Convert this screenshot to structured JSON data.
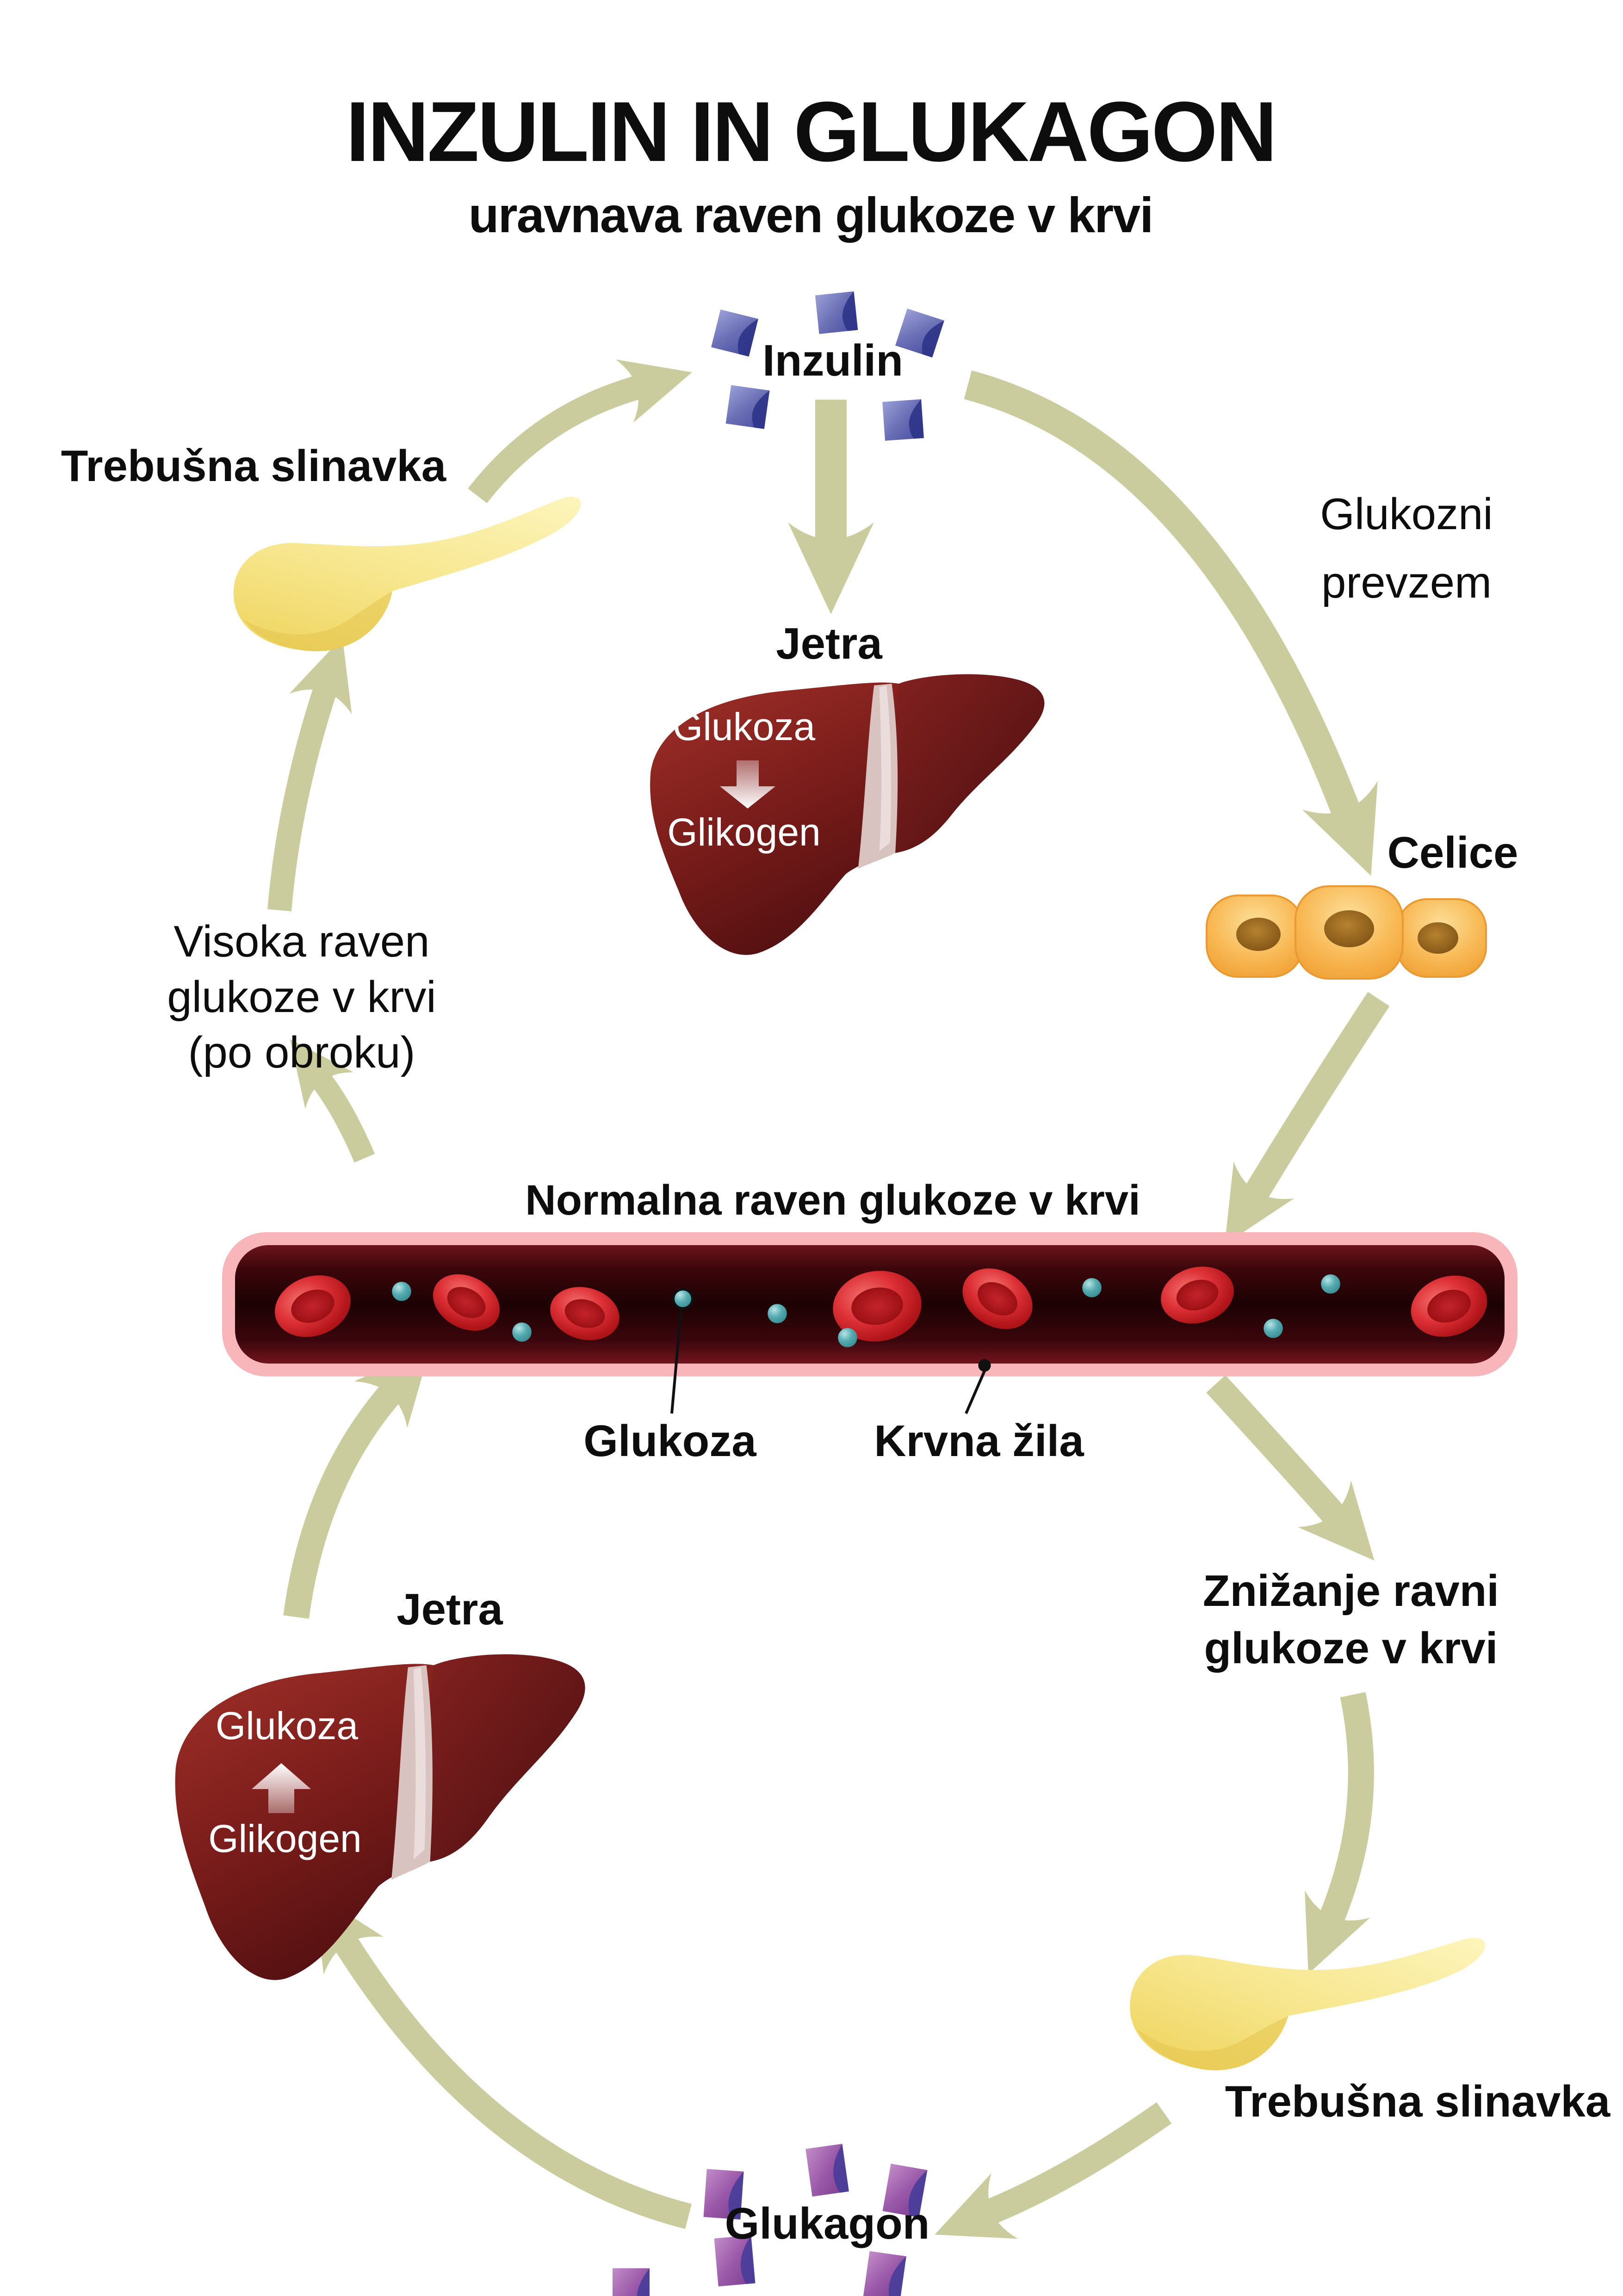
{
  "title": {
    "main": "INZULIN IN GLUKAGON",
    "subtitle": "uravnava raven glukoze v krvi"
  },
  "insulin_cycle": {
    "hormone_label": "Inzulin",
    "pancreas_label": "Trebušna slinavka",
    "liver_label": "Jetra",
    "liver_conversion_from": "Glukoza",
    "liver_conversion_to": "Glikogen",
    "uptake_line1": "Glukozni",
    "uptake_line2": "prevzem",
    "cells_label": "Celice"
  },
  "bloodstream": {
    "heading": "Normalna raven glukoze v krvi",
    "glucose_label": "Glukoza",
    "vessel_label": "Krvna žila"
  },
  "glucagon_cycle": {
    "high_level_line1": "Visoka raven",
    "high_level_line2": "glukoze v krvi",
    "high_level_line3": "(po obroku)",
    "low_level_line1": "Znižanje ravni",
    "low_level_line2": "glukoze v krvi",
    "liver_label": "Jetra",
    "liver_conversion_from": "Glukoza",
    "liver_conversion_to": "Glikogen",
    "pancreas_label": "Trebušna slinavka",
    "hormone_label": "Glukagon"
  },
  "colors": {
    "arrow": "#cbcc9d",
    "insulin_particle": "#474d9e",
    "glucagon_particle": "#8e4a9d",
    "liver": "#7b1d1b",
    "pancreas": "#f2dc74",
    "cell": "#f5a93f",
    "vessel_wall": "#f9b6ba",
    "vessel_lumen": "#1c0203",
    "red_blood_cell": "#d42a2f",
    "glucose_dot": "#3f9fa4",
    "text": "#0d0d0d"
  }
}
